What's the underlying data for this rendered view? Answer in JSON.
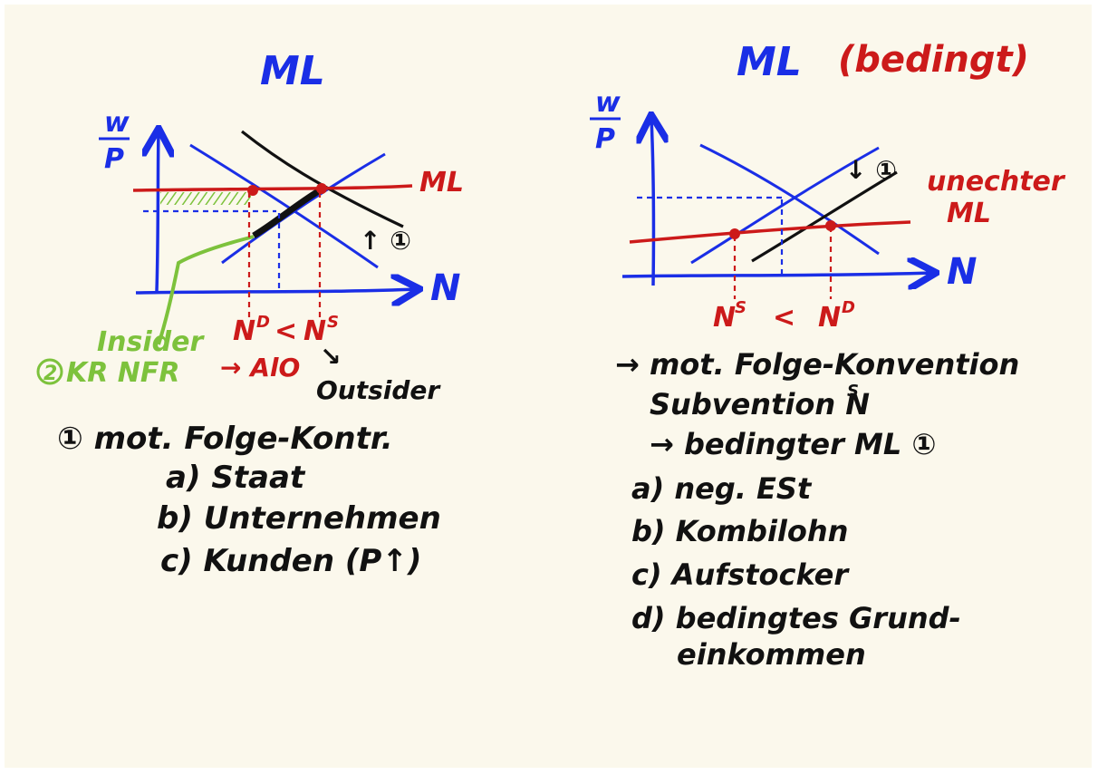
{
  "left_panel": {
    "title": "ML",
    "y_axis_label_top": "w",
    "y_axis_label_bottom": "P",
    "x_axis_label": "N",
    "min_wage_label": "ML",
    "shift_marker": "↑ ①",
    "nd_ns_label": "N",
    "nd_sup": "D",
    "ns_sup": "S",
    "less_than": "<",
    "insider_label": "Insider",
    "insider_number": "2",
    "kr_nfr_label": "KR NFR",
    "alo_label": "→ AlO",
    "outsider_arrow": "↘",
    "outsider_label": "Outsider",
    "notes": [
      "① mot. Folge-Kontr.",
      "a) Staat",
      "b) Unternehmen",
      "c) Kunden (P↑)"
    ]
  },
  "right_panel": {
    "title_ml": "ML",
    "title_note": "(bedingt)",
    "y_axis_label_top": "w",
    "y_axis_label_bottom": "P",
    "x_axis_label": "N",
    "real_ml_label_1": "unechter",
    "real_ml_label_2": "ML",
    "shift_marker": "↓ ①",
    "ns_nd_label": "N",
    "ns_sup": "S",
    "nd_sup": "D",
    "less_than": "<",
    "notes": [
      "→ mot. Folge-Konvention",
      "Subvention N",
      "→ bedingter ML ①",
      "a) neg. ESt",
      "b) Kombilohn",
      "c) Aufstocker",
      "d) bedingtes Grund-",
      "einkommen"
    ],
    "subvention_sup": "S"
  },
  "colors": {
    "axis_blue": "#1a2ee6",
    "min_wage_red": "#cc1a1a",
    "demand_black": "#111111",
    "insider_green": "#7dc23c",
    "paper": "#fbf8ec"
  }
}
